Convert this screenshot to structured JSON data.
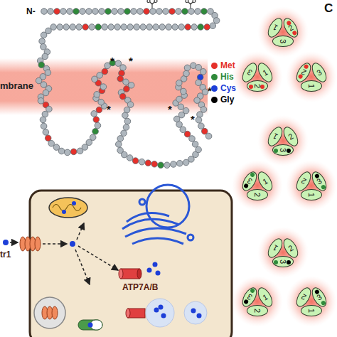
{
  "diagram": {
    "nodes": [
      {
        "text": [
          "1"
        ]
      },
      {
        "text": [
          "2"
        ]
      },
      {
        "text": [
          "3"
        ]
      },
      {
        "text": [
          "1"
        ]
      },
      {
        "text": [
          "2"
        ]
      },
      {
        "text": [
          "3"
        ]
      },
      {
        "text": [
          "1"
        ]
      },
      {
        "text": [
          "2"
        ]
      },
      {
        "text": [
          "3"
        ]
      },
      {
        "text": [
          "1"
        ]
      },
      {
        "text": [
          "2"
        ]
      },
      {
        "text": [
          "3"
        ]
      },
      {
        "text": [
          "1"
        ]
      },
      {
        "text": [
          "2"
        ]
      },
      {
        "text": [
          "3"
        ]
      },
      {
        "text": [
          "1"
        ]
      },
      {
        "text": [
          "2"
        ]
      },
      {
        "text": [
          "3"
        ]
      },
      {
        "text": [
          "1"
        ]
      },
      {
        "text": [
          "2"
        ]
      },
      {
        "text": [
          "3"
        ]
      },
      {
        "text": [
          "1"
        ]
      },
      {
        "text": [
          "2"
        ]
      },
      {
        "text": [
          "3"
        ]
      },
      {
        "text": [
          "1"
        ]
      },
      {
        "text": [
          "2"
        ]
      },
      {
        "text": [
          "3"
        ]
      }
    ],
    "labels": [
      "N-",
      "mbrane",
      "*",
      "*",
      "*",
      "*",
      "*",
      "*",
      "tr1",
      "ATP7A/B",
      "C"
    ],
    "legend": [
      {
        "text": "Met",
        "color": "#e5302a"
      },
      {
        "text": "His",
        "color": "#2f8a3a"
      },
      {
        "text": "Cys",
        "color": "#1d3fd8"
      },
      {
        "text": "Gly",
        "color": "#000000"
      }
    ]
  }
}
